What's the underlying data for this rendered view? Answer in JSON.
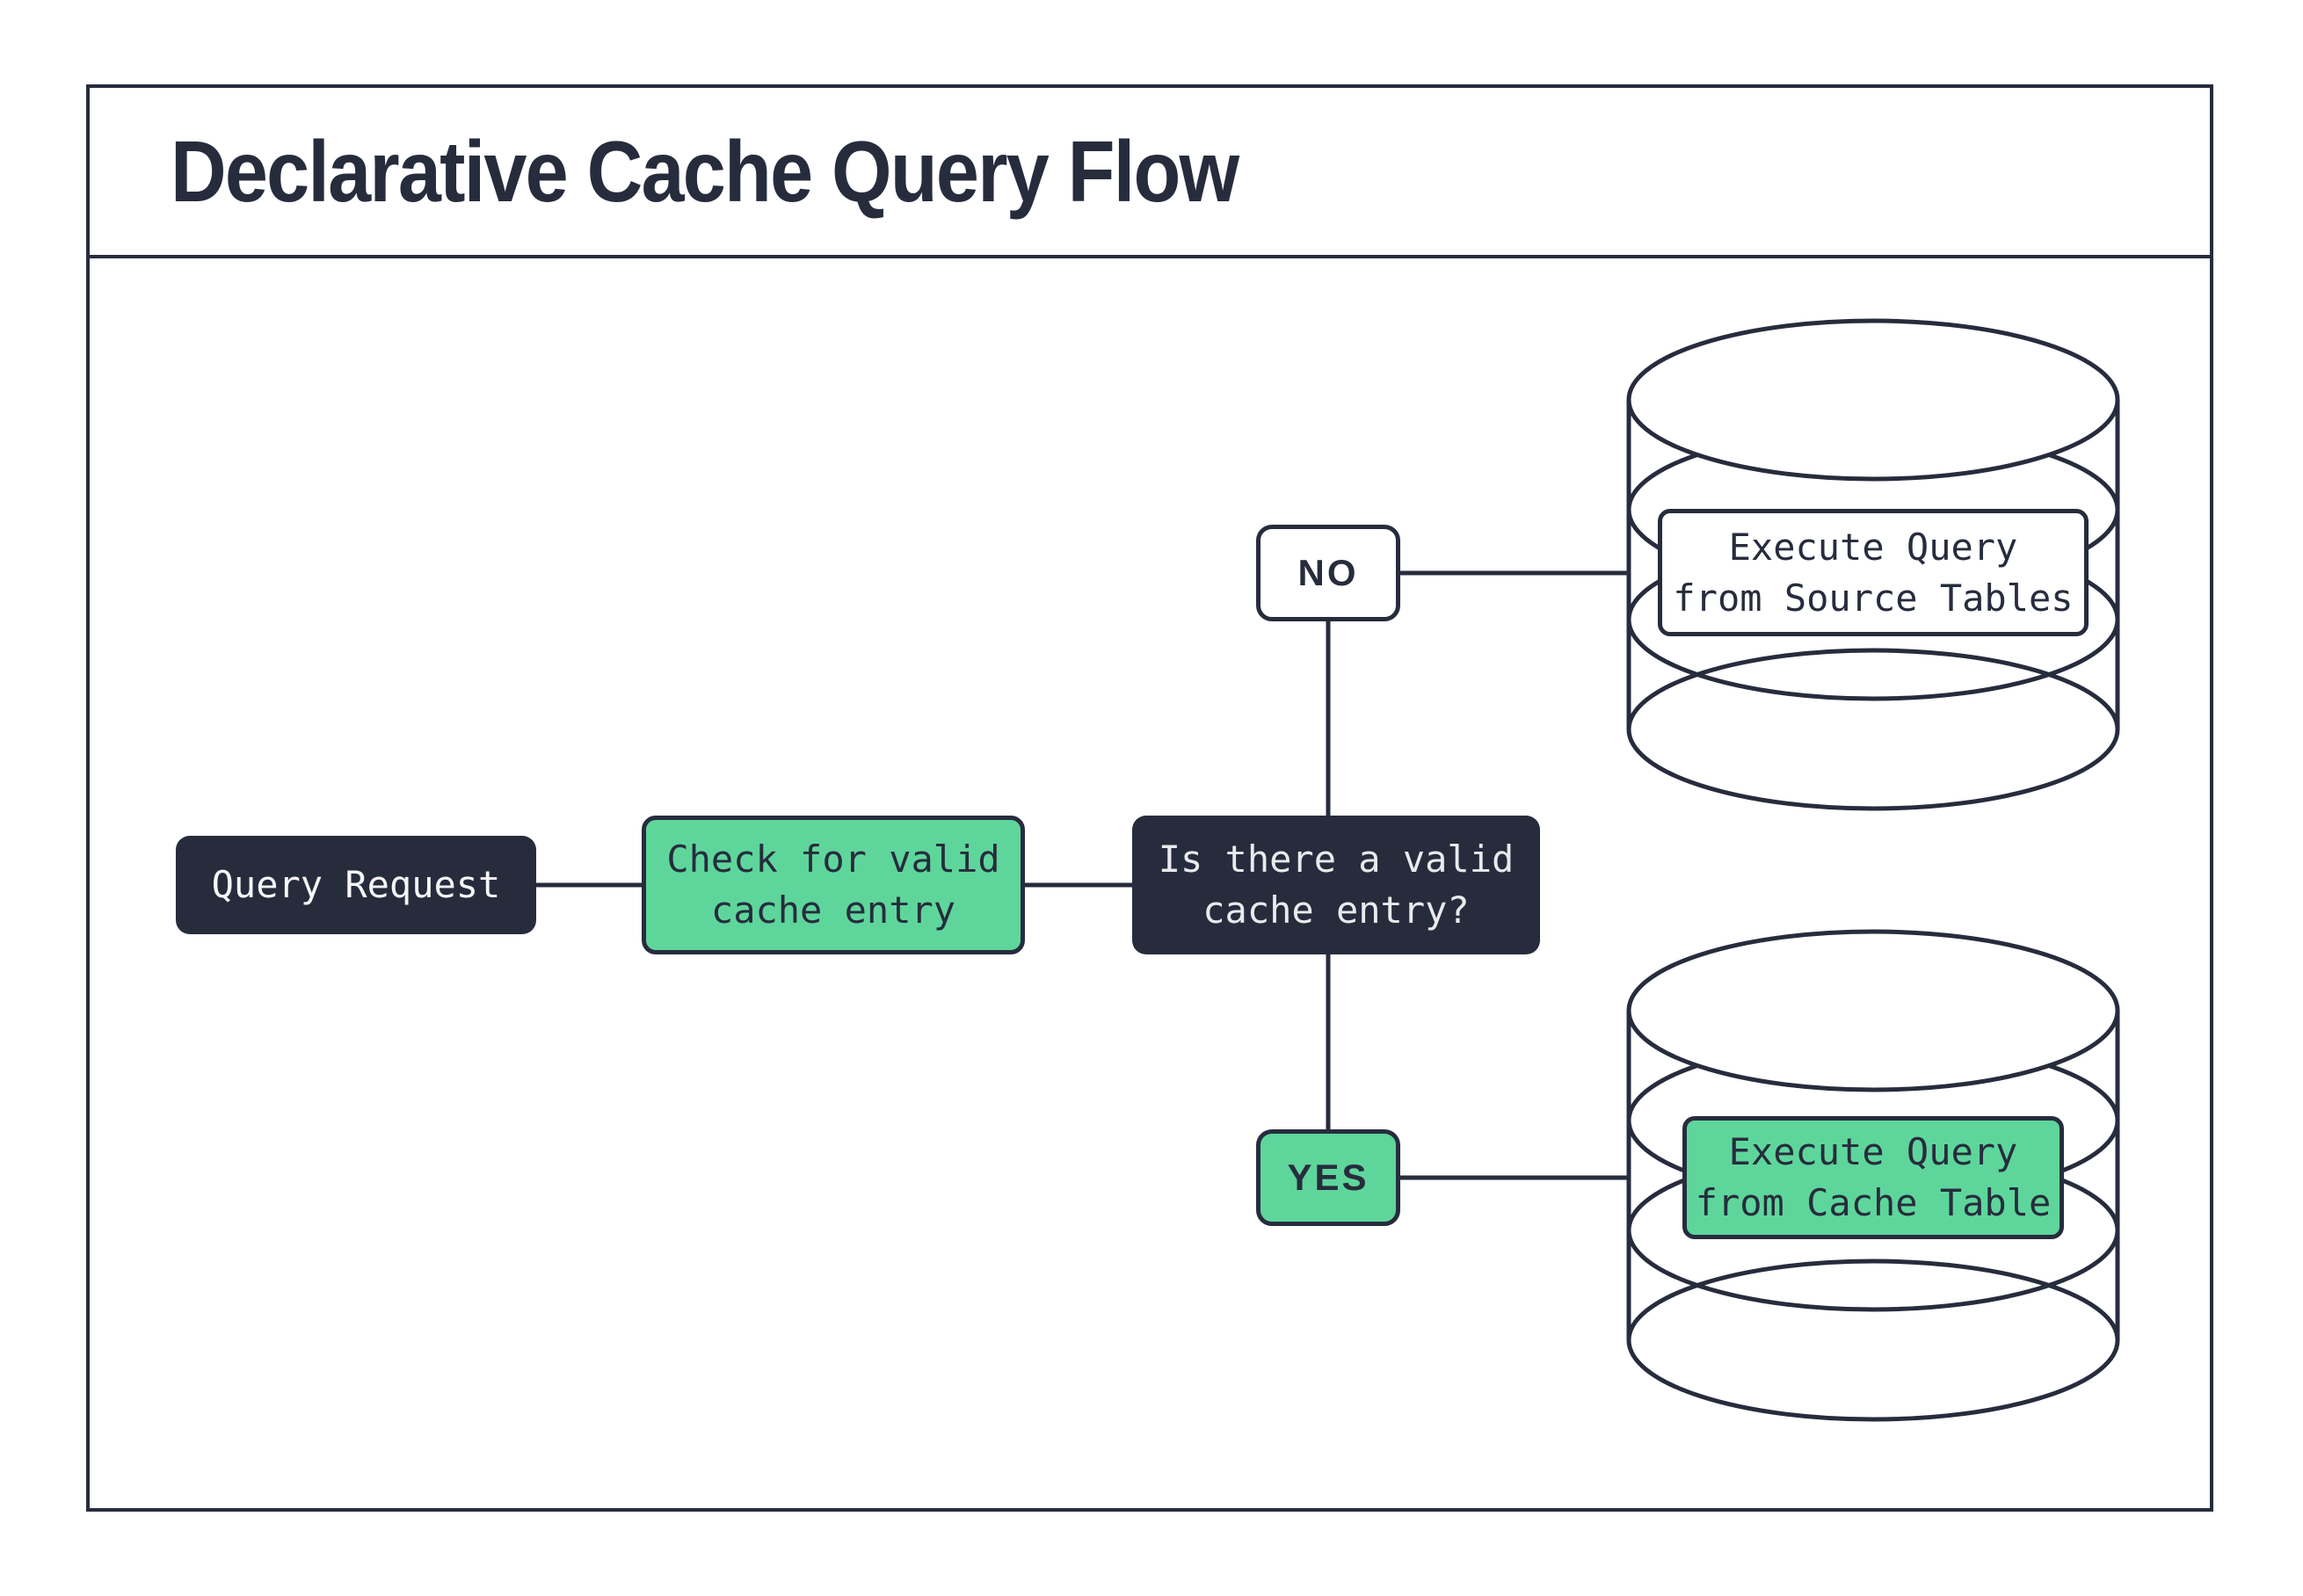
{
  "header": {
    "title": "Declarative Cache Query Flow"
  },
  "colors": {
    "ink": "#272c3d",
    "green": "#5ed69b",
    "light_text": "#e8eaed",
    "background": "#ffffff"
  },
  "nodes": {
    "query_request": {
      "label": "Query Request"
    },
    "check_cache": {
      "label": "Check for valid\ncache entry"
    },
    "decision": {
      "label": "Is there a valid\ncache entry?"
    },
    "branch_no": {
      "label": "NO"
    },
    "branch_yes": {
      "label": "YES"
    },
    "source_db": {
      "label": "Execute Query\nfrom Source Tables"
    },
    "cache_db": {
      "label": "Execute Query\nfrom Cache Table"
    }
  }
}
